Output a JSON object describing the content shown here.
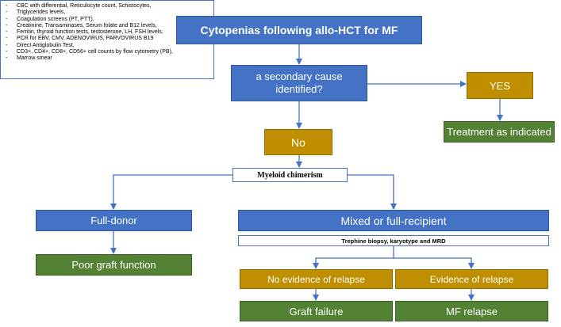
{
  "title": "Cytopenias  following allo-HCT for MF",
  "tests": [
    "CBC with differential, Reticulocyte count, Schistocytes,",
    "Triglycerides levels,",
    "Coagulation screens (PT, PTT),",
    "Creatinine, Transaminases, Serum folate and B12 levels,",
    "Ferritin, thyroid function tests, testosterone, LH, FSH levels,",
    "PCR for EBV, CMV, ADENOVIRUS, PARVOVIRUS B19",
    "Direct Antiglobulin Test,",
    "CD3+, CD4+, CD8+, CD56+ cell counts by flow cytometry (PB),",
    "Marrow smear"
  ],
  "decision": "a secondary cause identified?",
  "yes": "YES",
  "treatment": "Treatment as indicated",
  "no": "No",
  "chimerism": "Myeloid chimerism",
  "full_donor": "Full-donor",
  "mixed": "Mixed or full-recipient",
  "trephine": "Trephine biopsy, karyotype and MRD",
  "poor_graft": "Poor graft function",
  "no_evidence": "No evidence of relapse",
  "evidence": "Evidence of relapse",
  "graft_failure": "Graft failure",
  "mf_relapse": "MF relapse",
  "colors": {
    "blue": "#4472c4",
    "gold": "#bf8f00",
    "green": "#548235",
    "arrow": "#4472c4"
  }
}
